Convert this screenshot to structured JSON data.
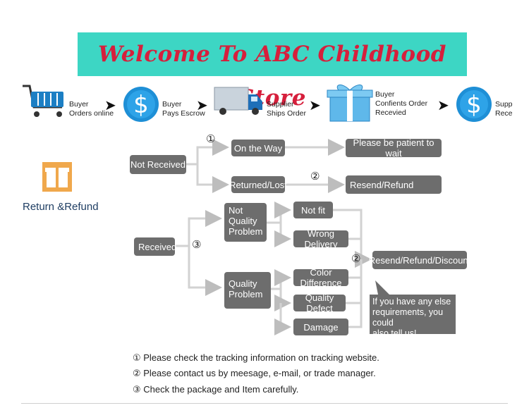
{
  "banner": {
    "title": "Welcome To ABC Childhood Store"
  },
  "process": {
    "steps": [
      {
        "icon": "shopping-cart-icon",
        "line1": "Buyer",
        "line2": "Orders online"
      },
      {
        "icon": "dollar-coin-icon",
        "line1": "Buyer",
        "line2": "Pays Escrow"
      },
      {
        "icon": "delivery-truck-icon",
        "line1": "Supplier",
        "line2": "Ships Order"
      },
      {
        "icon": "gift-box-icon",
        "line1": "Buyer",
        "line2": "Confients Order",
        "line3": "Recevied"
      },
      {
        "icon": "dollar-coin-icon",
        "line1": "Supp",
        "line2": "Rece"
      }
    ]
  },
  "section": {
    "title": "Return &Refund",
    "icon": "gift-icon"
  },
  "flow": {
    "not_received": "Not Received",
    "on_the_way": "On the Way",
    "returned_lost": "Returned/Lost",
    "be_patient": "Please be patient to wait",
    "resend_refund": "Resend/Refund",
    "received": "Received",
    "not_quality_problem": [
      "Not",
      "Quality",
      "Problem"
    ],
    "quality_problem": [
      "Quality",
      "Problem"
    ],
    "not_fit": "Not fit",
    "wrong_delivery": "Wrong Delivery",
    "color_difference": "Color Difference",
    "quality_defect": "Quality Defect",
    "damage": "Damage",
    "resend_refund_discount": "Resend/Refund/Discount",
    "bubble": [
      "If you have any else",
      "requirements, you could",
      "also tell us!"
    ],
    "mark1": "①",
    "mark2": "②",
    "mark3": "③"
  },
  "notes": [
    "① Please check the tracking information on tracking website.",
    "② Please contact us by meesage, e-mail, or trade manager.",
    "③ Check the package and Item carefully."
  ],
  "colors": {
    "banner_bg": "#3dd6c4",
    "banner_text": "#d61f3c",
    "box": "#6d6d6d",
    "coin": "#1e8fd6",
    "gift_orange": "#f0a84c"
  }
}
